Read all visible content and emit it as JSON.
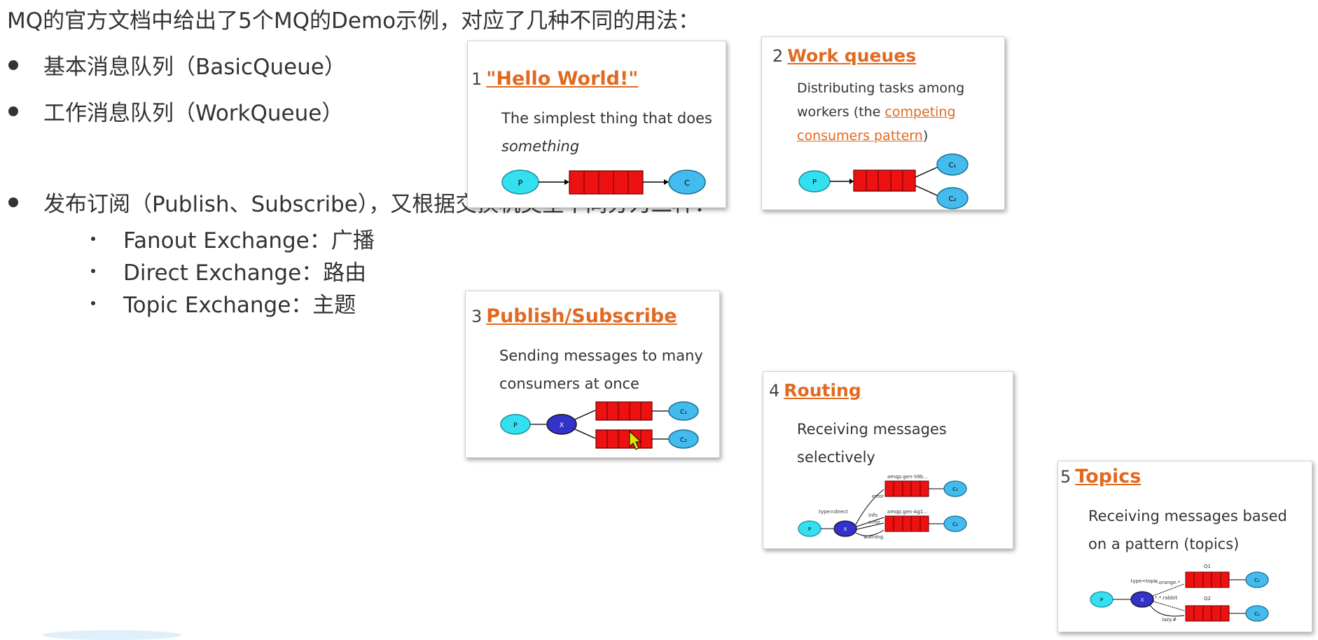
{
  "intro": "MQ的官方文档中给出了5个MQ的Demo示例，对应了几种不同的用法：",
  "bullets": [
    {
      "text": "基本消息队列（BasicQueue）"
    },
    {
      "text": "工作消息队列（WorkQueue）"
    },
    {
      "text": "发布订阅（Publish、Subscribe），又根据交换机类型不同分为三种："
    }
  ],
  "sub_bullets": [
    {
      "text": "Fanout Exchange：广播"
    },
    {
      "text": "Direct Exchange：路由"
    },
    {
      "text": "Topic Exchange：主题"
    }
  ],
  "cards": [
    {
      "num": "1",
      "title": "\"Hello World!\"",
      "desc1": "The simplest thing that does",
      "desc2": "something",
      "p": "P",
      "c": "C"
    },
    {
      "num": "2",
      "title": "Work queues",
      "desc1": "Distributing tasks among",
      "desc2a": "workers (the ",
      "desc2b": "competing",
      "desc3a": "consumers pattern",
      "desc3b": ")",
      "p": "P",
      "c1": "C₁",
      "c2": "C₂"
    },
    {
      "num": "3",
      "title": "Publish/Subscribe",
      "desc1": "Sending messages to many",
      "desc2": "consumers at once",
      "p": "P",
      "x": "X",
      "c1": "C₁",
      "c2": "C₂"
    },
    {
      "num": "4",
      "title": "Routing",
      "desc1": "Receiving messages",
      "desc2": "selectively",
      "p": "P",
      "x": "X",
      "c1": "C₁",
      "c2": "C₂",
      "type_label": "type=direct",
      "q1": "amqp.gen-S9b...",
      "q2": "amqp.gen-Ag1...",
      "k1": "error",
      "k2": "info",
      "k3": "error",
      "k4": "warning"
    },
    {
      "num": "5",
      "title": "Topics",
      "desc1": "Receiving messages based",
      "desc2": "on a pattern (topics)",
      "p": "P",
      "x": "X",
      "c1": "C₁",
      "c2": "C₂",
      "type_label": "type=topic",
      "q1": "Q1",
      "q2": "Q2",
      "k1": "*.orange.*",
      "k2": "*.*.rabbit",
      "k3": "lazy.#"
    }
  ],
  "colors": {
    "link": "#e06a21",
    "queue": "#ee1111",
    "producer": "#33e0f0",
    "exchange": "#3333cc",
    "consumer": "#44bbee"
  }
}
